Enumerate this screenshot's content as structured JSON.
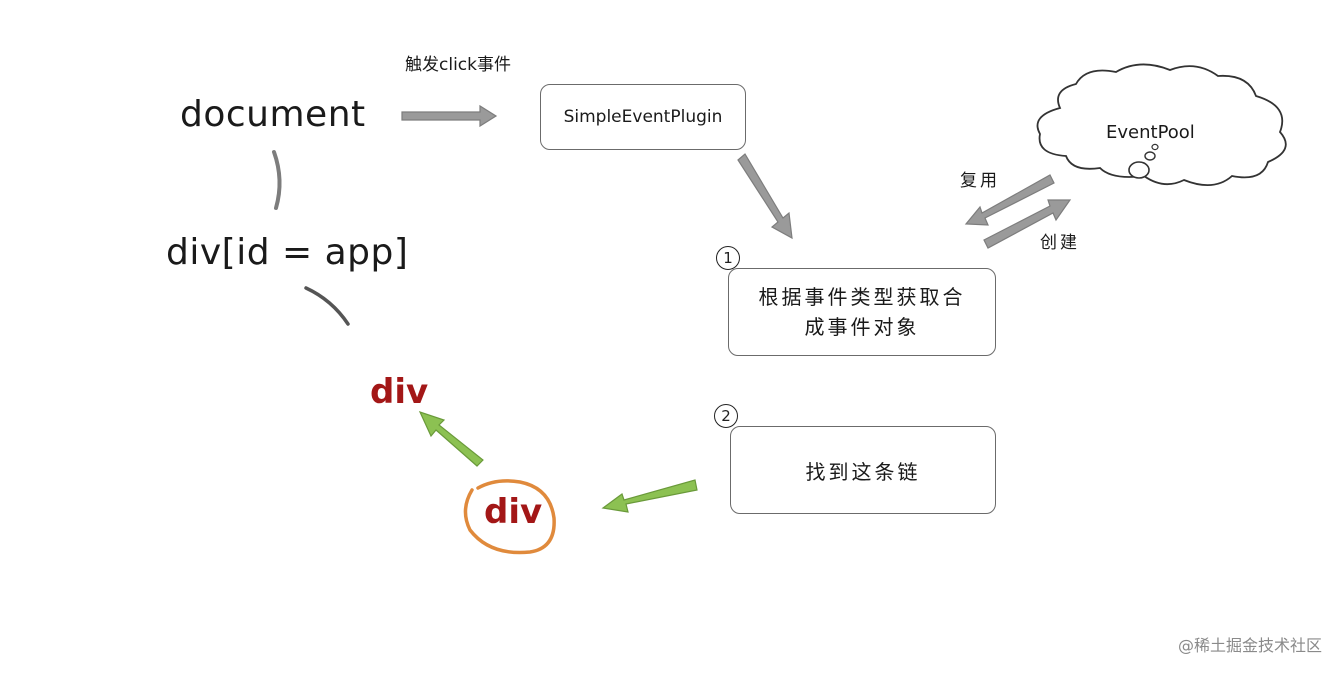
{
  "nodes": {
    "document": "document",
    "div_app": "div[id = app]",
    "div_parent": "div",
    "div_target": "div",
    "simple_event_plugin": "SimpleEventPlugin",
    "event_pool": "EventPool",
    "step1_box": "根据事件类型获取合成事件对象",
    "step1_line1": "根据事件类型获取合",
    "step1_line2": "成事件对象",
    "step2_box": "找到这条链"
  },
  "labels": {
    "trigger_click": "触发click事件",
    "reuse": "复用",
    "create": "创建",
    "step1_number": "1",
    "step2_number": "2"
  },
  "watermark": "@稀土掘金技术社区",
  "colors": {
    "grey_arrow": "#9a9a9a",
    "green_arrow": "#8cc152",
    "red_text": "#a31717",
    "orange_circle": "#e08a3c",
    "box_border": "#6b6b6b"
  }
}
